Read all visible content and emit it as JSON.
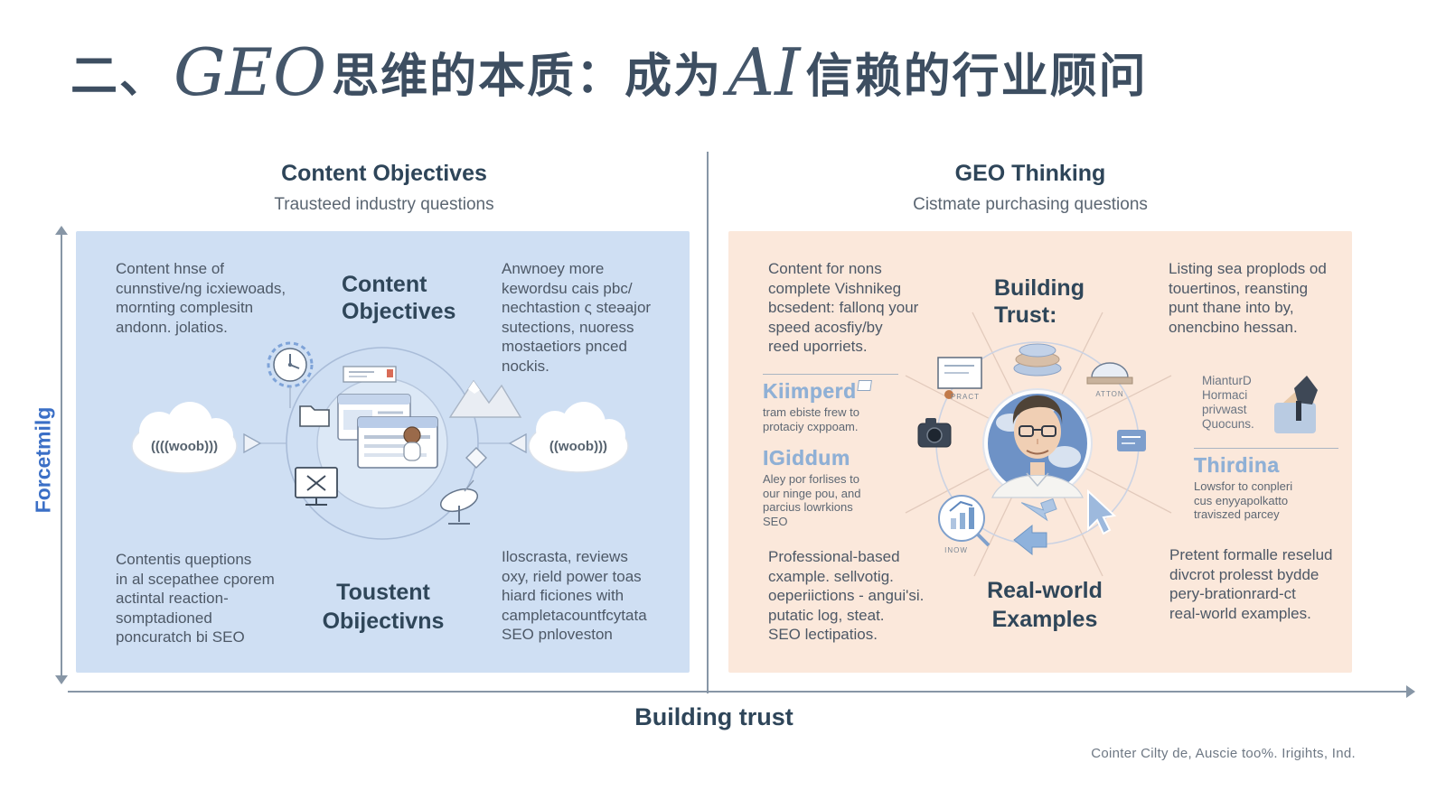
{
  "title": {
    "prefix": "二、",
    "geo": "GEO",
    "mid": "思维的本质：成为",
    "ai": "AI",
    "suffix": "信赖的行业顾问"
  },
  "axes": {
    "y_label": "Forcetmilg",
    "x_label": "Building trust"
  },
  "footer": {
    "credit": "Cointer Cilty de, Auscie too%. Irigihts, Ind."
  },
  "left_panel": {
    "header": "Content Objectives",
    "subheader": "Trausteed industry questions",
    "top_left": "Content hnse of\ncunnstive/ng icxiewoads,\nmornting complesitn\nandonn. jolatios.",
    "center_top": "Content\nObjectives",
    "top_right": "Anwnoey more\nkewordsu cais pbc/\nnechtastion ς steəajor\nsutections, nuoress\nmostaetiors pnced\nnockis.",
    "bottom_left": "Contentis queptions\nin al scepathee cporem\nactintal reaction-\nsomptadioned\nponcuratch bi SEO",
    "center_bottom": "Toustent\nObijectivns",
    "bottom_right": "Iloscrasta, reviews\noxy, rield power toas\nhiard ficiones with\ncampletacountfcytata\nSEO pnloveston",
    "cloud_left_text": "((((woob)))",
    "cloud_right_text": "((woob)))"
  },
  "right_panel": {
    "header": "GEO Thinking",
    "subheader": "Cistmate purchasing questions",
    "top_left": "Content for nons\ncomplete Vishnikeg\nbcsedent: fallonq your\nspeed acosfiy/by\nreed uporriets.",
    "center_top": "Building\nTrust:",
    "top_right": "Listing sea proplods od\ntouertinos, reansting\npunt thane into by,\nonencbino hessan.",
    "label1_title": "Kiimperd",
    "label1_text": "tram ebiste frew to\nprotaciy cxppoam.",
    "label2_title": "IGiddum",
    "label2_text": "Aley por forlises to\nour ninge pou, and\nparcius lowrkions\nSEO",
    "label3_text": "MianturD\nHormaci\nprivwast\nQuocuns.",
    "label4_title": "Thirdina",
    "label4_text": "Lowsfor to conpleri\ncus enyyapolkatto\ntraviszed parcey",
    "bottom_left": "Professional-based\ncxample. sellvotig.\noeperiictions - angui'si.\nputatic log, steat.\nSEO lectipatios.",
    "center_bottom": "Real-world\nExamples",
    "bottom_right": "Pretent formalle reselud\ndivcrot prolesst bydde\npery-brationrard-ct\nreal-world examples.",
    "icon_caption_cert": "PRACT",
    "icon_caption_dome": "ATTON",
    "icon_caption_chart": "INOW"
  },
  "colors": {
    "title": "#3d4e61",
    "heading": "#2e4559",
    "body_text": "#4d5866",
    "panel_left_bg": "#cfdff3",
    "panel_right_bg": "#fbe8db",
    "axis": "#8796a6",
    "y_label_blue": "#3b6fc6",
    "outline_label_blue": "#8fb0d6"
  }
}
